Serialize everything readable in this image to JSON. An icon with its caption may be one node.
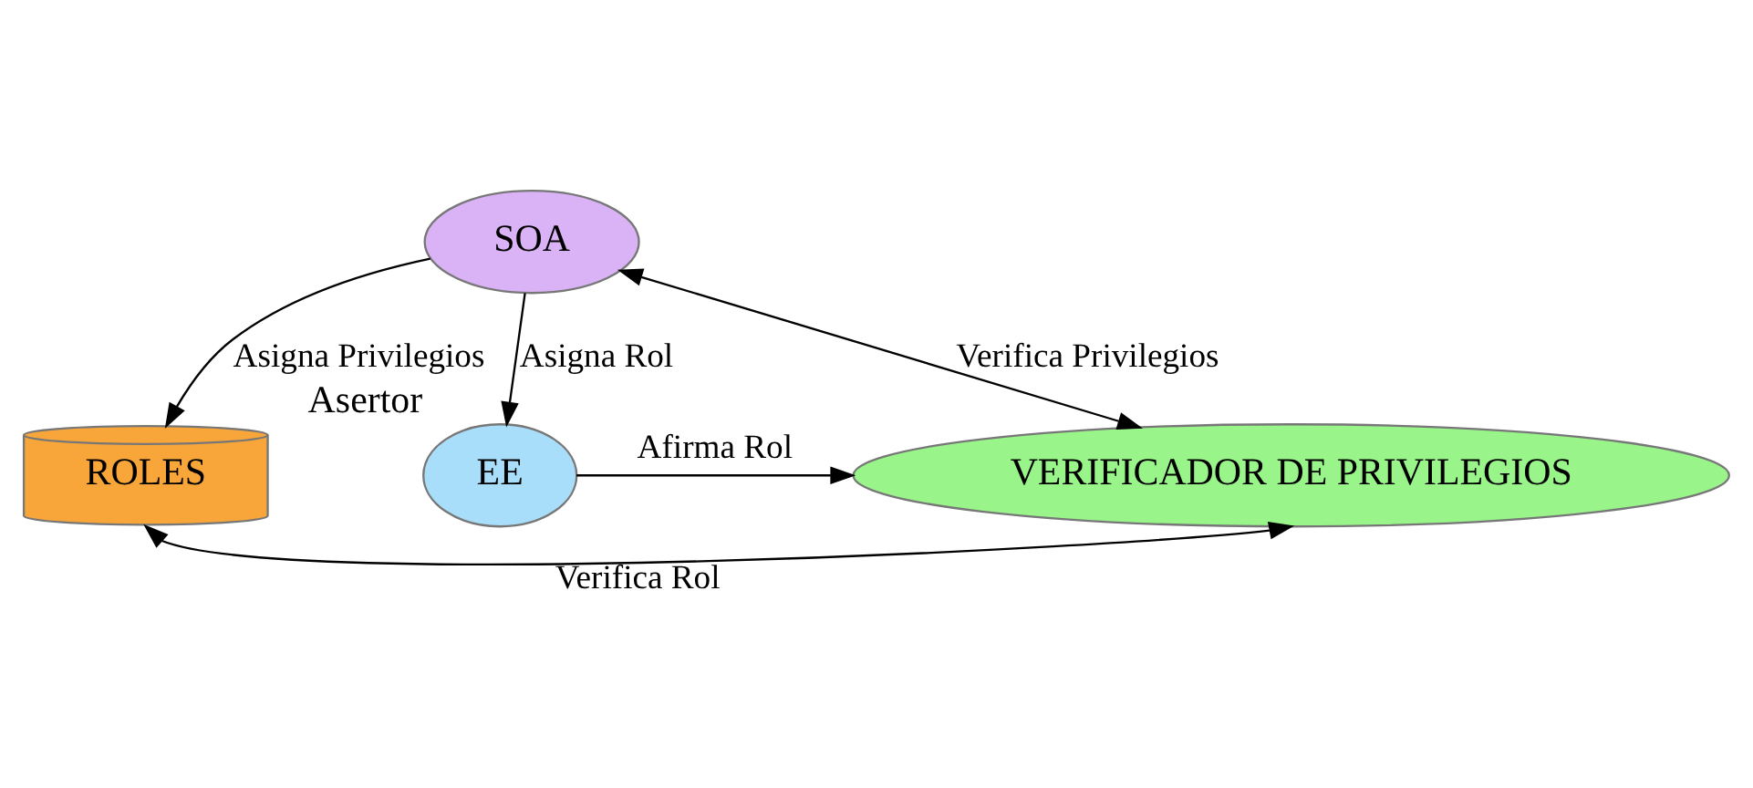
{
  "diagram": {
    "nodes": [
      {
        "text": [
          "SOA"
        ]
      },
      {
        "text": [
          "ROLES"
        ]
      },
      {
        "text": [
          "EE"
        ],
        "beside": [
          "Asertor"
        ]
      },
      {
        "text": [
          "VERIFICADOR DE PRIVILEGIOS"
        ]
      }
    ],
    "edges": [
      {
        "from": 0,
        "to": 1,
        "arrow": "to",
        "label": "Asigna Privilegios"
      },
      {
        "from": 0,
        "to": 2,
        "arrow": "to",
        "label": "Asigna Rol"
      },
      {
        "from": 0,
        "to": 3,
        "arrow": "both",
        "label": "Verifica Privilegios"
      },
      {
        "from": 2,
        "to": 3,
        "arrow": "to",
        "label": "Afirma Rol"
      },
      {
        "from": 1,
        "to": 3,
        "arrow": "both",
        "label": "Verifica Rol"
      }
    ]
  }
}
